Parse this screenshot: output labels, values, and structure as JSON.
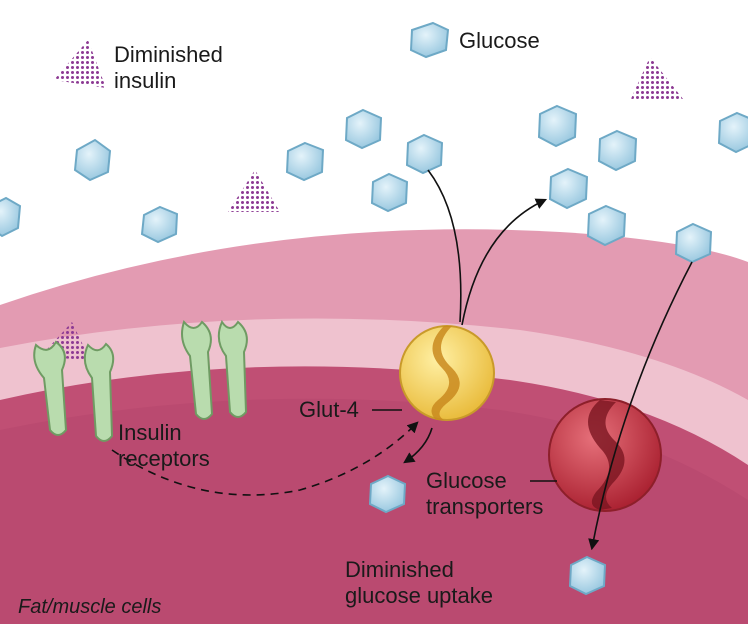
{
  "labels": {
    "diminished_insulin": "Diminished\ninsulin",
    "glucose": "Glucose",
    "insulin_receptors": "Insulin\nreceptors",
    "glut4": "Glut-4",
    "glucose_transporters": "Glucose\ntransporters",
    "diminished_uptake": "Diminished\nglucose uptake",
    "fat_muscle_cells": "Fat/muscle cells"
  },
  "colors": {
    "membrane_outer": "#e39bb2",
    "membrane_band": "#eebccb",
    "cytoplasm": "#c04f74",
    "glucose": "#b6dcec",
    "insulin": "#8d3a93",
    "receptor": "#b9dcae",
    "glut4": "#f3d45a",
    "transporter": "#c8303e"
  }
}
